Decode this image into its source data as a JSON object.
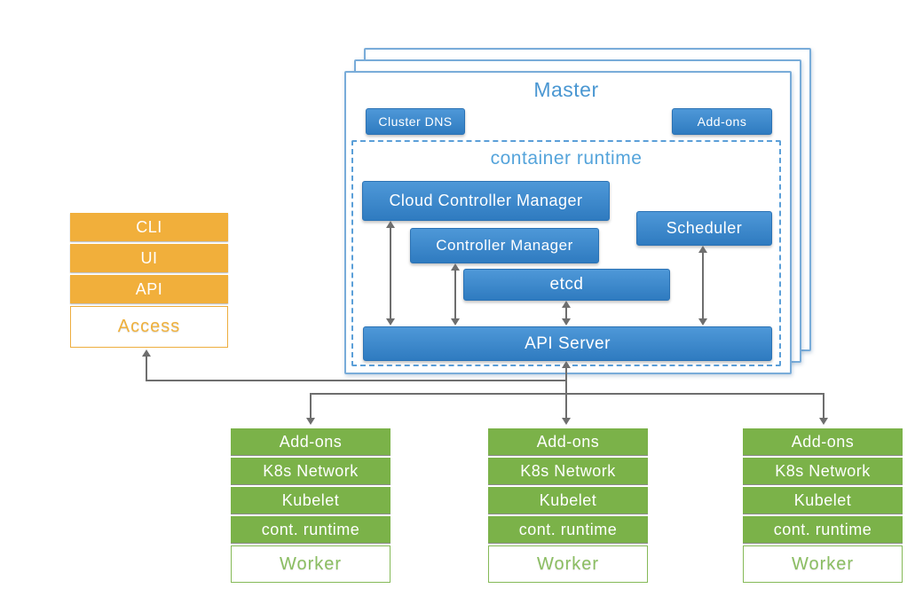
{
  "colors": {
    "component_blue": "#3D87C9",
    "panel_border_blue": "#79ACD9",
    "title_blue": "#4A97D2",
    "runtime_title_blue": "#55A4DB",
    "access_orange": "#F1AF3B",
    "worker_green": "#7BB249",
    "connector_gray": "#6E6E6E"
  },
  "master": {
    "title": "Master",
    "cluster_dns": "Cluster DNS",
    "addons": "Add-ons",
    "runtime": {
      "title": "container runtime",
      "cloud_controller_manager": "Cloud Controller Manager",
      "controller_manager": "Controller Manager",
      "scheduler": "Scheduler",
      "etcd": "etcd",
      "api_server": "API Server"
    }
  },
  "access": {
    "items": [
      "CLI",
      "UI",
      "API"
    ],
    "label": "Access"
  },
  "workers": [
    {
      "rows": [
        "Add-ons",
        "K8s Network",
        "Kubelet",
        "cont. runtime"
      ],
      "label": "Worker"
    },
    {
      "rows": [
        "Add-ons",
        "K8s Network",
        "Kubelet",
        "cont. runtime"
      ],
      "label": "Worker"
    },
    {
      "rows": [
        "Add-ons",
        "K8s Network",
        "Kubelet",
        "cont. runtime"
      ],
      "label": "Worker"
    }
  ]
}
